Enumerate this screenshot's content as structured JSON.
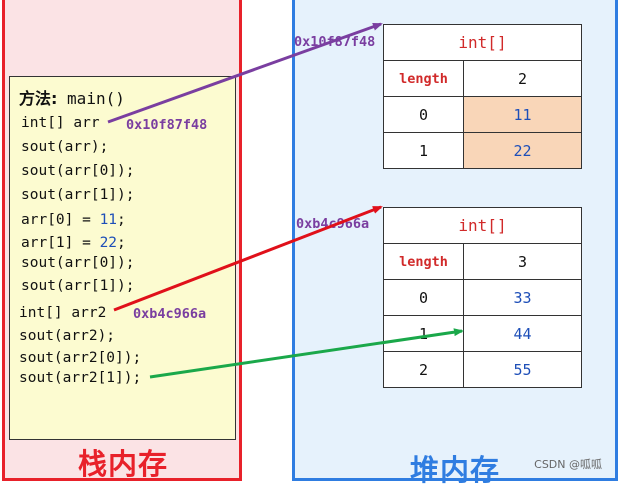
{
  "stack": {
    "title": "栈内存",
    "method_prefix": "方法:",
    "method_name": "main()",
    "lines": [
      {
        "text": "int[] arr",
        "suffix": ""
      },
      {
        "text": "sout(arr);",
        "suffix": ""
      },
      {
        "text": "sout(arr[0]);",
        "suffix": ""
      },
      {
        "text": "sout(arr[1]);",
        "suffix": ""
      },
      {
        "pre": "arr[0] = ",
        "num": "11",
        "post": ";"
      },
      {
        "pre": "arr[1] = ",
        "num": "22",
        "post": ";"
      },
      {
        "text": "sout(arr[0]);",
        "suffix": ""
      },
      {
        "text": "sout(arr[1]);",
        "suffix": ""
      },
      {
        "text": "int[] arr2",
        "suffix": ""
      },
      {
        "text": "sout(arr2);",
        "suffix": ""
      },
      {
        "text": "sout(arr2[0]);",
        "suffix": ""
      },
      {
        "text": "sout(arr2[1]);",
        "suffix": ""
      }
    ],
    "arr_address": "0x10f87f48",
    "arr2_address": "0xb4c966a"
  },
  "heap": {
    "title": "堆内存",
    "array1": {
      "address": "0x10f87f48",
      "type": "int[]",
      "length_label": "length",
      "length": "2",
      "rows": [
        {
          "index": "0",
          "value": "11"
        },
        {
          "index": "1",
          "value": "22"
        }
      ]
    },
    "array2": {
      "address": "0xb4c966a",
      "type": "int[]",
      "length_label": "length",
      "length": "3",
      "rows": [
        {
          "index": "0",
          "value": "33"
        },
        {
          "index": "1",
          "value": "44"
        },
        {
          "index": "2",
          "value": "55"
        }
      ]
    }
  },
  "colors": {
    "stack_border": "#e8212a",
    "heap_border": "#2f7de1",
    "arrow_arr": "#7a3ea0",
    "arrow_arr2": "#e0101a",
    "arrow_element": "#1aa84a",
    "highlight": "#f9d6b8"
  },
  "watermark": "CSDN @呱呱"
}
